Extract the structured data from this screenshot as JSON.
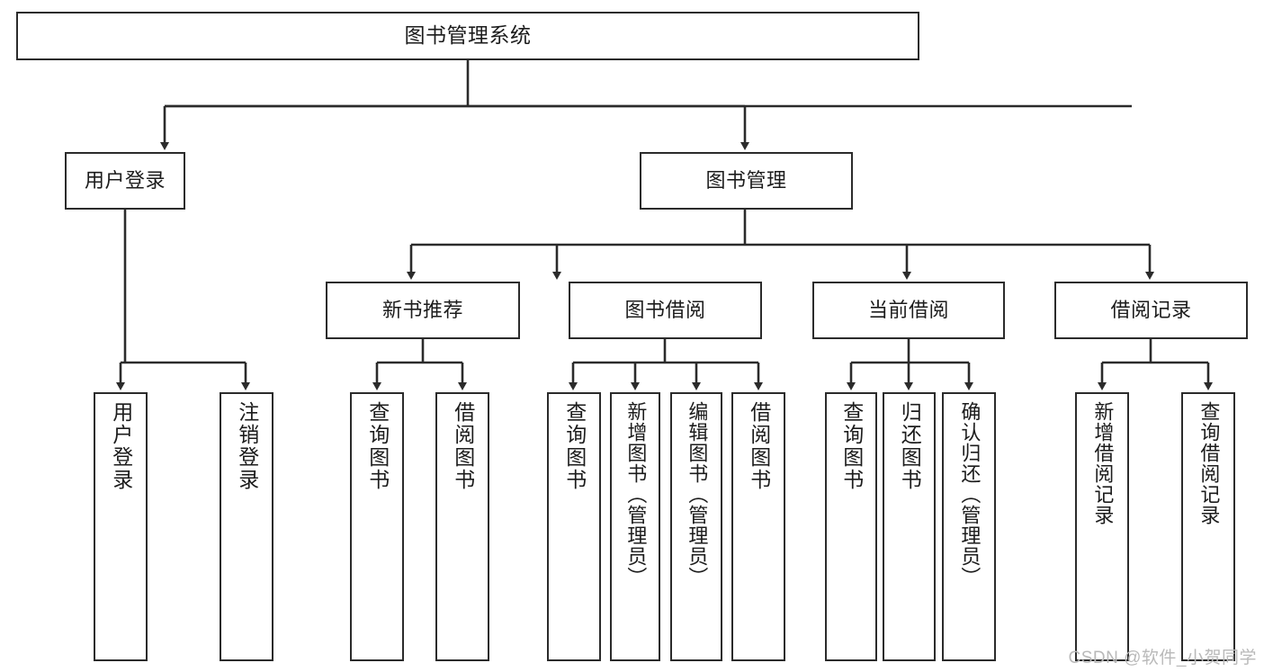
{
  "diagram": {
    "title": "图书管理系统",
    "type": "tree-hierarchy-diagram",
    "colors": {
      "background": "#ffffff",
      "node_border": "#2b2b2b",
      "node_fill": "#ffffff",
      "edge": "#2b2b2b",
      "text": "#1c1c1c",
      "watermark": "#b9b9b9"
    }
  },
  "root": {
    "label": "图书管理系统"
  },
  "level2": [
    {
      "label": "用户登录"
    },
    {
      "label": "图书管理"
    }
  ],
  "level3": [
    {
      "label": "新书推荐"
    },
    {
      "label": "图书借阅"
    },
    {
      "label": "当前借阅"
    },
    {
      "label": "借阅记录"
    }
  ],
  "leaves": {
    "user_login": [
      {
        "label": "用户登录"
      },
      {
        "label": "注销登录"
      }
    ],
    "new_book_recommend": [
      {
        "label": "查询图书"
      },
      {
        "label": "借阅图书"
      }
    ],
    "book_borrow": [
      {
        "label": "查询图书"
      },
      {
        "label": "新增图书（管理员）"
      },
      {
        "label": "编辑图书（管理员）"
      },
      {
        "label": "借阅图书"
      }
    ],
    "current_borrow": [
      {
        "label": "查询图书"
      },
      {
        "label": "归还图书"
      },
      {
        "label": "确认归还（管理员）"
      }
    ],
    "borrow_record": [
      {
        "label": "新增借阅记录"
      },
      {
        "label": "查询借阅记录"
      }
    ]
  },
  "watermark": {
    "text": "CSDN @软件_小贺同学"
  }
}
